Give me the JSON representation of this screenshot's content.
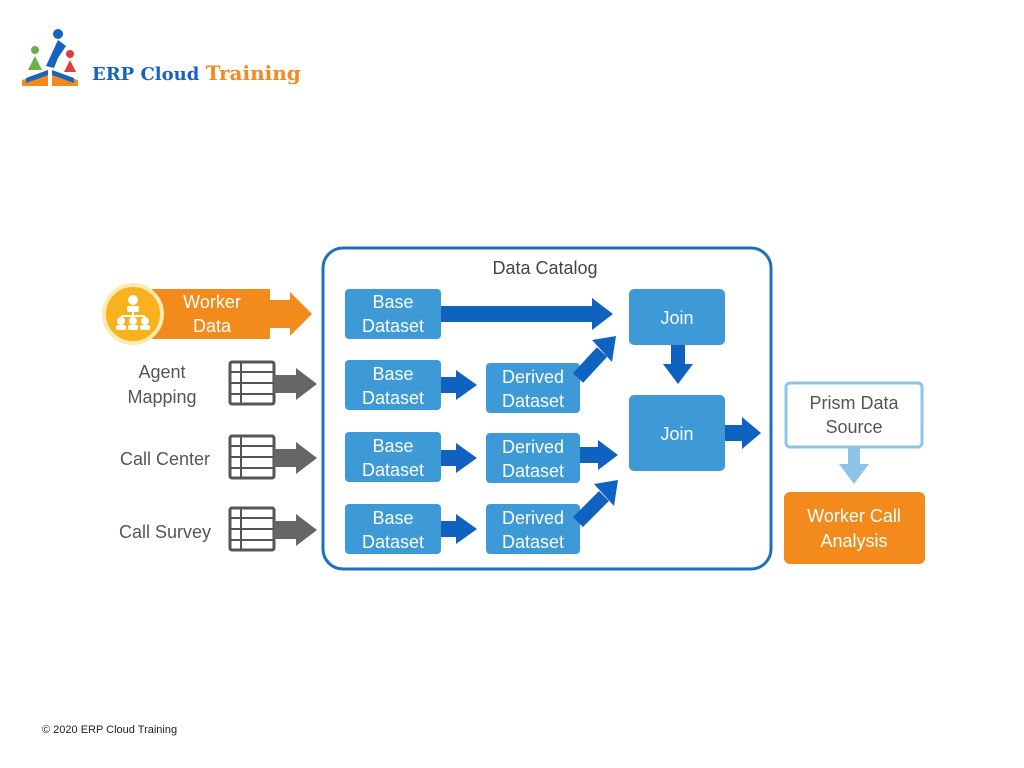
{
  "logo": {
    "icon": "learning-book-people-icon",
    "text_part1": "ERP Cloud ",
    "text_part2": "Training",
    "colors": {
      "blue": "#1565c0",
      "orange": "#f28a1c",
      "green": "#6ab04c"
    }
  },
  "diagram": {
    "catalog_title": "Data Catalog",
    "sources": {
      "worker": {
        "line1": "Worker",
        "line2": "Data",
        "icon": "org-chart-icon"
      },
      "agent": {
        "line1": "Agent",
        "line2": "Mapping",
        "icon": "spreadsheet-icon"
      },
      "call_center": {
        "label": "Call Center",
        "icon": "spreadsheet-icon"
      },
      "call_survey": {
        "label": "Call Survey",
        "icon": "spreadsheet-icon"
      }
    },
    "base_dataset": {
      "line1": "Base",
      "line2": "Dataset"
    },
    "derived_dataset": {
      "line1": "Derived",
      "line2": "Dataset"
    },
    "join_label": "Join",
    "prism": {
      "line1": "Prism Data",
      "line2": "Source"
    },
    "analysis": {
      "line1": "Worker Call",
      "line2": "Analysis"
    },
    "colors": {
      "box_blue": "#3d9ad6",
      "frame_blue": "#1f6fbf",
      "arrow_blue": "#0f62c0",
      "orange": "#f28a1c",
      "gray": "#666666",
      "light_blue": "#8cc4e8"
    }
  },
  "footer": {
    "copyright": "© 2020 ERP Cloud Training"
  }
}
